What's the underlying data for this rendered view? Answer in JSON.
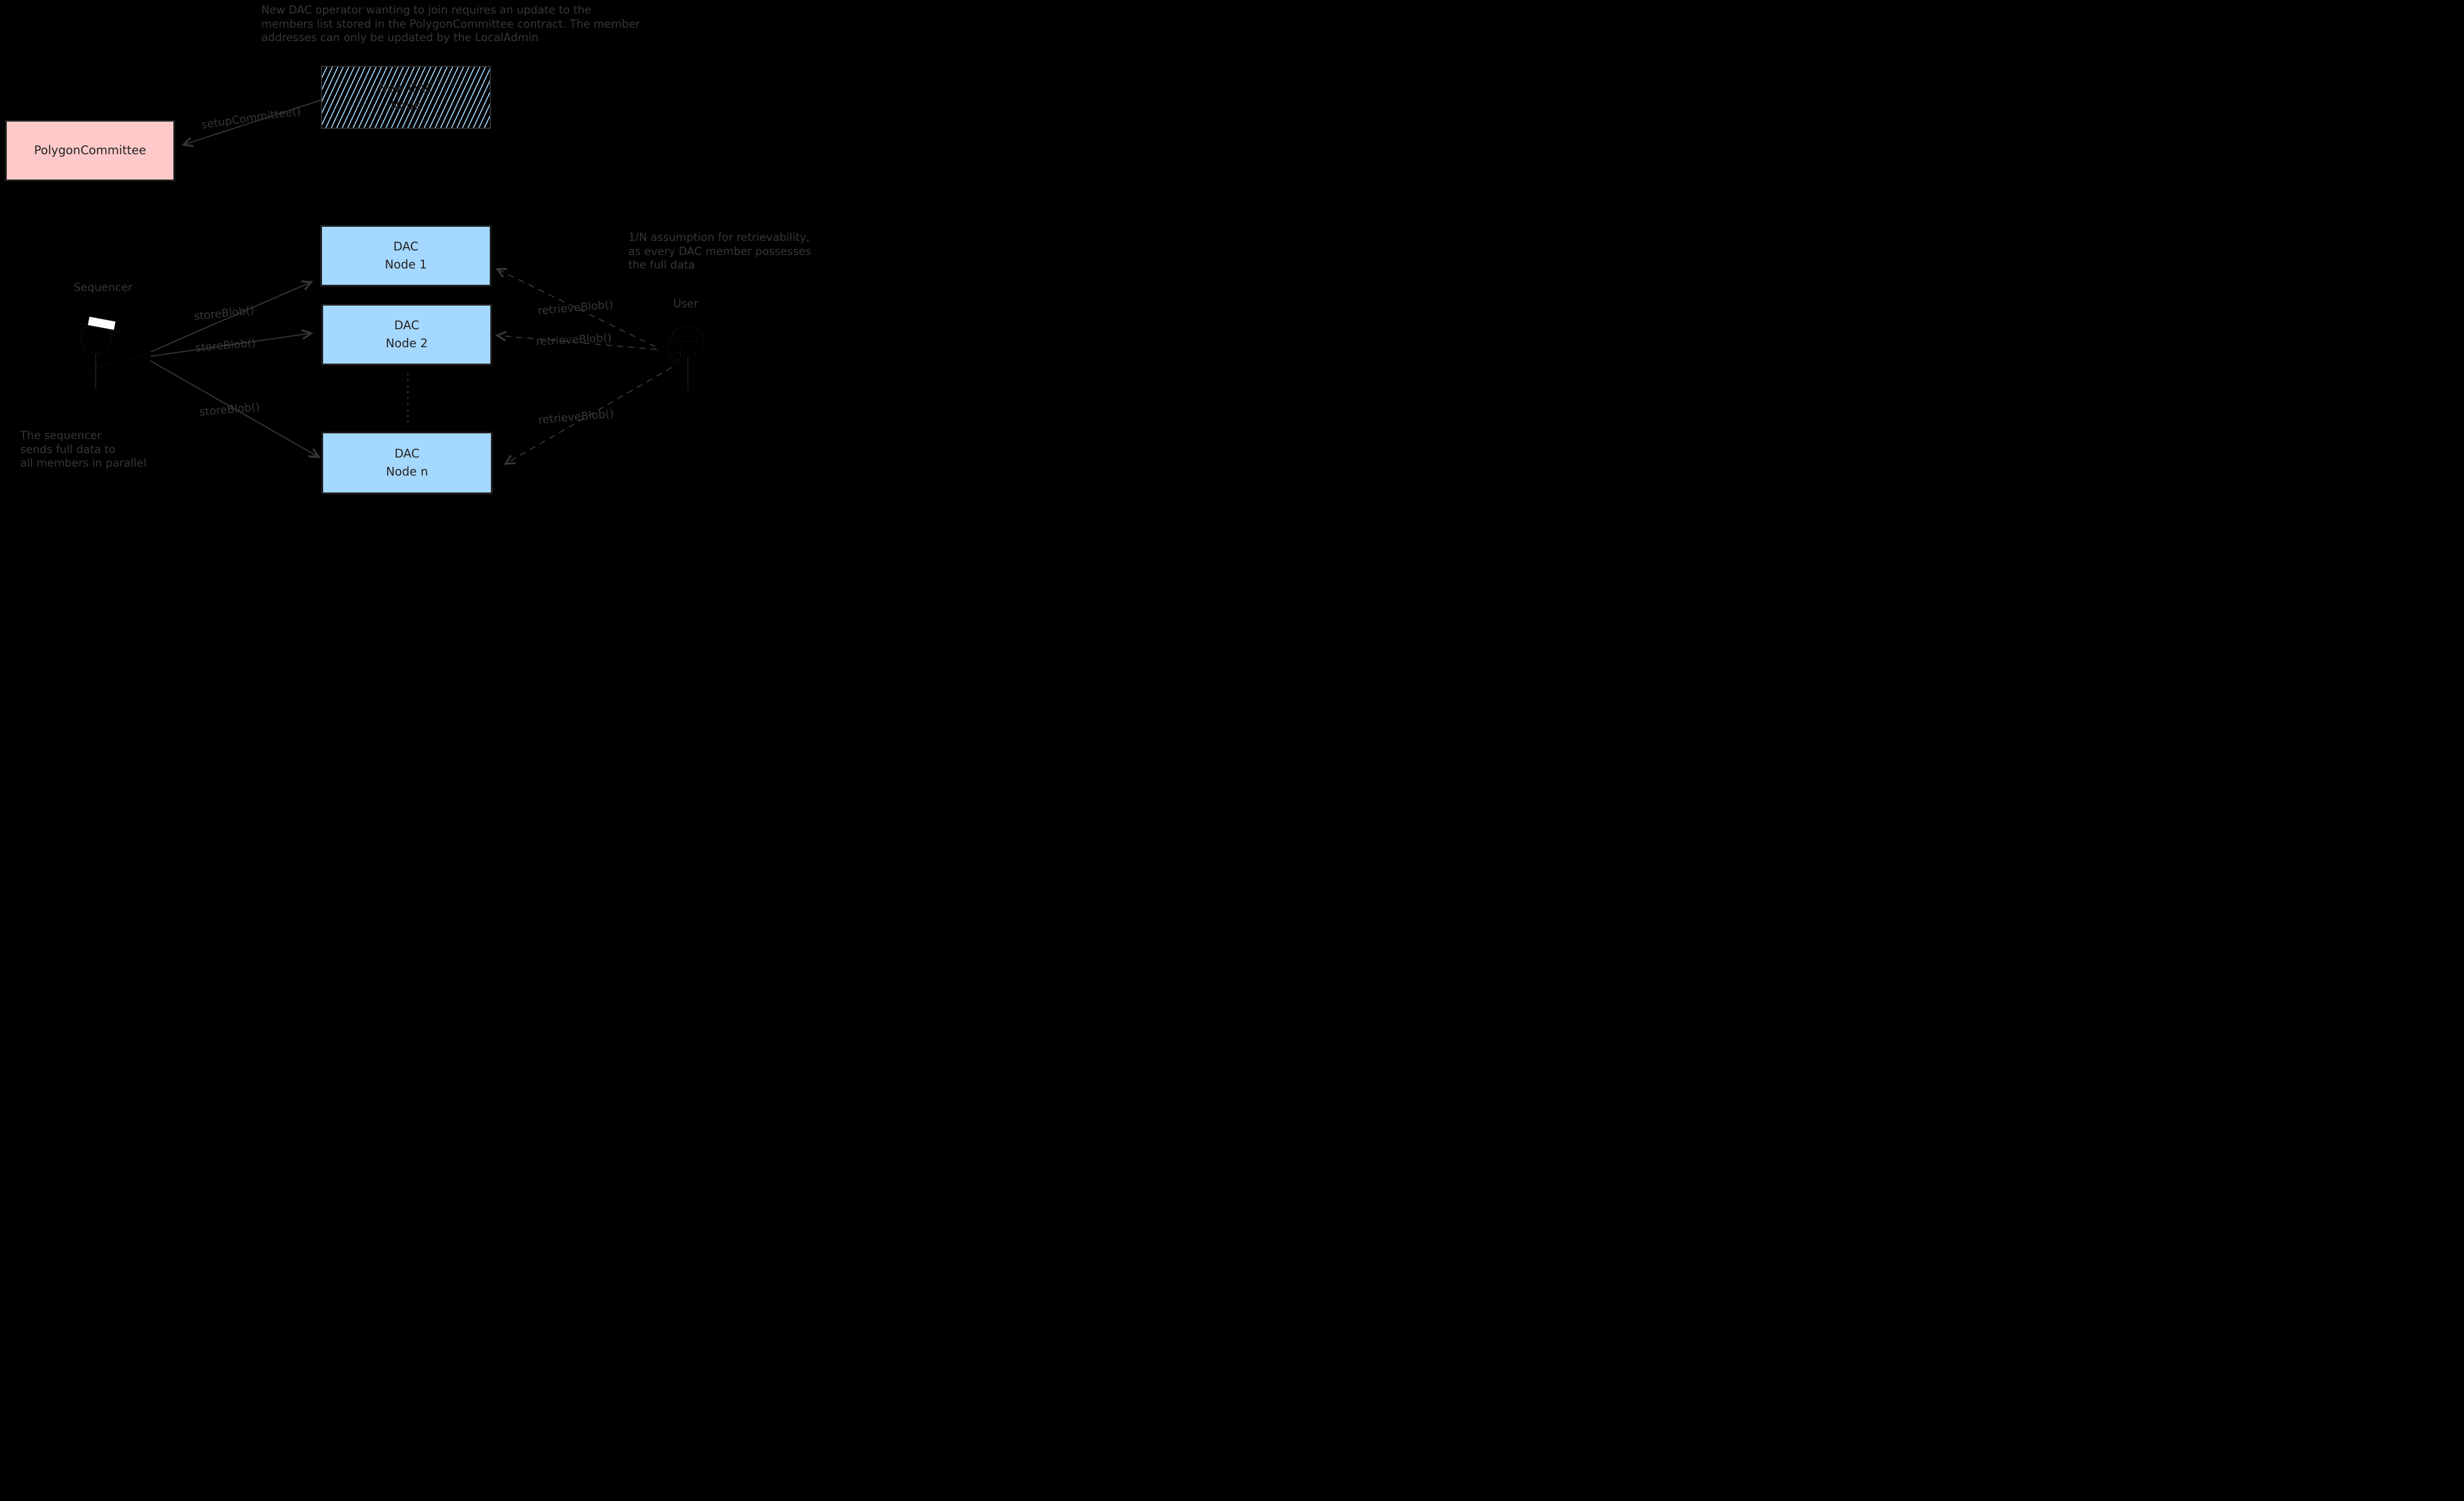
{
  "diagram": {
    "notes": {
      "top": "New DAC operator wanting to join requires an update to the\nmembers list stored in the PolygonCommittee contract. The member\naddresses can only be updated by the LocalAdmin",
      "retrievability": "1/N assumption for retrievability,\nas every DAC member possesses\nthe full data",
      "sequencer_parallel": "The sequencer\nsends full data to\nall members in parallel"
    },
    "actors": {
      "sequencer": "Sequencer",
      "user": "User"
    },
    "boxes": {
      "new_dac_node": {
        "label": "New DAC\nNode"
      },
      "polygon_committee": {
        "label": "PolygonCommittee"
      },
      "dac_node_1": {
        "label": "DAC\nNode 1"
      },
      "dac_node_2": {
        "label": "DAC\nNode 2"
      },
      "dac_node_n": {
        "label": "DAC\nNode n"
      }
    },
    "edges": {
      "setup_committee": "setupCommittee()",
      "store_blob_1": "storeBlob()",
      "store_blob_2": "storeBlob()",
      "store_blob_3": "storeBlob()",
      "retrieve_blob_1": "retrieveBlob()",
      "retrieve_blob_2": "retrieveBlob()",
      "retrieve_blob_3": "retrieveBlob()"
    },
    "colors": {
      "background": "#000000",
      "annotation_ink": "#363636",
      "box_ink": "#242424",
      "node_blue": "#a5d8ff",
      "committee_pink": "#ffc9c9",
      "hatch_blue": "#a5d8ff",
      "hat_mark_white": "#ffffff"
    }
  }
}
